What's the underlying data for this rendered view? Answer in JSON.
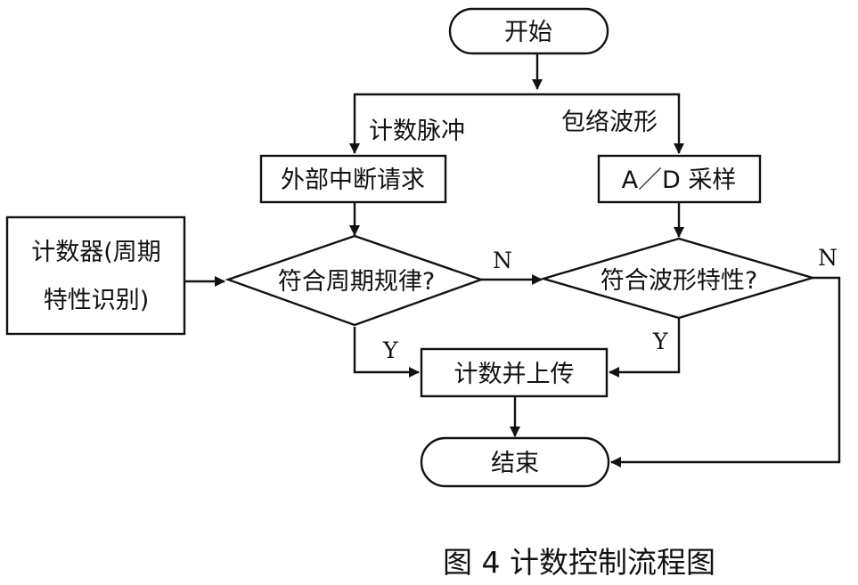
{
  "nodes": {
    "start": "开始",
    "interrupt": "外部中断请求",
    "adc": "A／D 采样",
    "counter_line1": "计数器(周期",
    "counter_line2": "特性识别)",
    "decision_period": "符合周期规律?",
    "decision_wave": "符合波形特性?",
    "count_upload": "计数并上传",
    "end": "结束"
  },
  "edges": {
    "pulse": "计数脉冲",
    "envelope": "包络波形",
    "period_no": "N",
    "period_yes": "Y",
    "wave_no": "N",
    "wave_yes": "Y"
  },
  "caption": "图 4  计数控制流程图"
}
